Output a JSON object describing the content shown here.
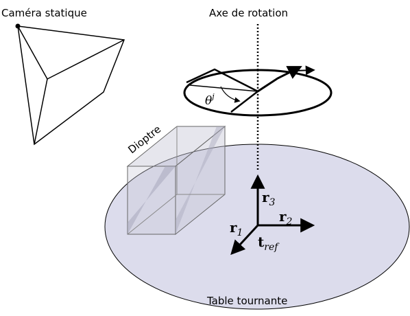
{
  "labels": {
    "camera": "Caméra statique",
    "axis": "Axe de rotation",
    "dioptre": "Dioptre",
    "table": "Table tournante"
  },
  "vectors": {
    "r1": {
      "base": "r",
      "sub": "1"
    },
    "r2": {
      "base": "r",
      "sub": "2"
    },
    "r3": {
      "base": "r",
      "sub": "3"
    },
    "t_ref": {
      "base": "t",
      "sub": "ref"
    }
  },
  "angle": {
    "symbol": "θ",
    "sup": "j"
  },
  "colors": {
    "table_fill": "#dcdcec",
    "table_stroke": "#000000",
    "box_face": "#c8c8d8",
    "box_diag": "#a8a8bc",
    "stroke": "#000000"
  }
}
